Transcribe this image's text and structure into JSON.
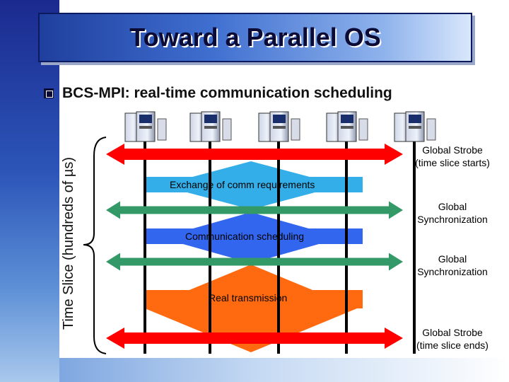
{
  "slide": {
    "title": "Toward a Parallel OS",
    "bullet": "BCS-MPI: real-time communication scheduling",
    "y_axis_label": "Time Slice (hundreds of µs)"
  },
  "diagram": {
    "nodes": [
      {
        "icon": "computer-tower-icon"
      },
      {
        "icon": "computer-tower-icon"
      },
      {
        "icon": "computer-tower-icon"
      },
      {
        "icon": "computer-tower-icon"
      },
      {
        "icon": "computer-tower-icon"
      }
    ],
    "phases": [
      {
        "label": "Exchange of comm requirements",
        "color": "#33aee8"
      },
      {
        "label": "Communication scheduling",
        "color": "#3366ee"
      },
      {
        "label": "Real transmission",
        "color": "#ff6a10"
      }
    ],
    "events": [
      {
        "label": "Global Strobe\n(time slice starts)",
        "color": "#ff0000"
      },
      {
        "label": "Global\nSynchronization",
        "color": "#339966"
      },
      {
        "label": "Global\nSynchronization",
        "color": "#339966"
      },
      {
        "label": "Global Strobe\n(time slice ends)",
        "color": "#ff0000"
      }
    ]
  }
}
